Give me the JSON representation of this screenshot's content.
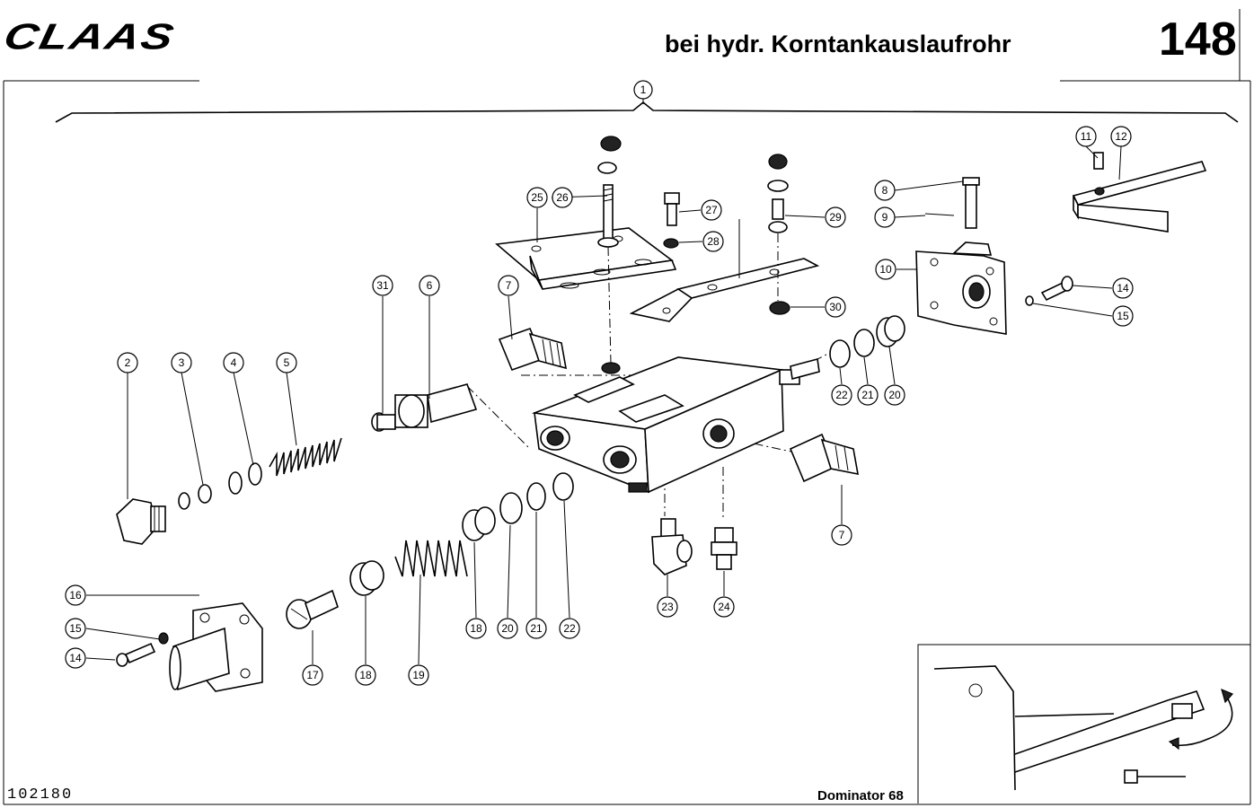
{
  "header": {
    "brand": "CLAAS",
    "title": "bei hydr. Korntankauslaufrohr",
    "page_number": "148"
  },
  "footer": {
    "doc_number": "102180",
    "model": "Dominator 68"
  },
  "callouts": [
    "1",
    "2",
    "3",
    "4",
    "5",
    "31",
    "6",
    "7",
    "25",
    "26",
    "27",
    "28",
    "29",
    "30",
    "8",
    "9",
    "10",
    "11",
    "12",
    "14",
    "15",
    "22",
    "21",
    "20",
    "7",
    "16",
    "15",
    "14",
    "17",
    "18",
    "19",
    "18",
    "20",
    "21",
    "22",
    "23",
    "24"
  ]
}
